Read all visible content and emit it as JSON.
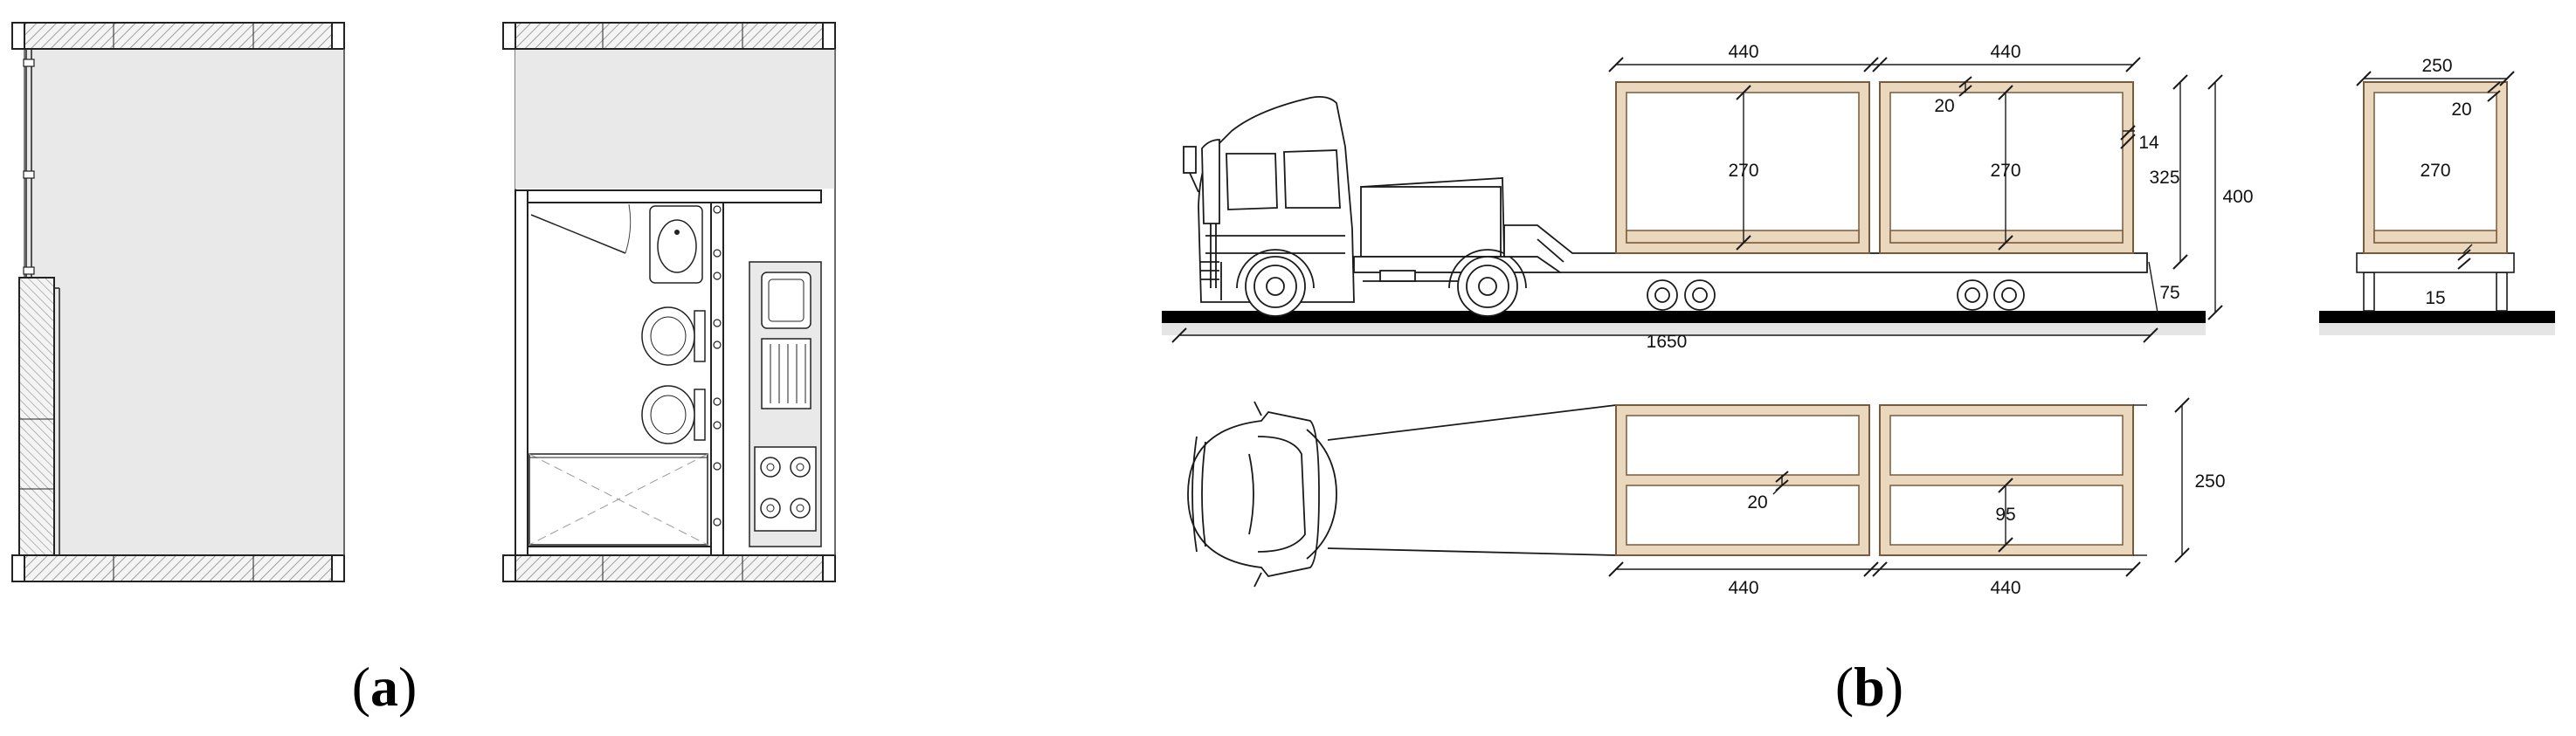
{
  "captions": {
    "a": "a",
    "b": "b"
  },
  "side_view": {
    "module_width_left": "440",
    "module_width_right": "440",
    "interior_height_left": "270",
    "interior_height_right": "270",
    "wall": "20",
    "beam": "14",
    "module_height": "325",
    "total_height": "400",
    "platform": "75",
    "total_length": "1650"
  },
  "plan_view": {
    "beam_gap": "20",
    "half_width": "95",
    "total_width": "250",
    "module_width_left": "440",
    "module_width_right": "440"
  },
  "end_view": {
    "width": "250",
    "wall": "20",
    "interior_height": "270",
    "base": "15"
  },
  "colors": {
    "wood": "#e9d7be",
    "wood_edge": "#7a5a3a",
    "floor_fill": "#e9e9e9",
    "line": "#1a1a1a",
    "ground": "#000000"
  }
}
